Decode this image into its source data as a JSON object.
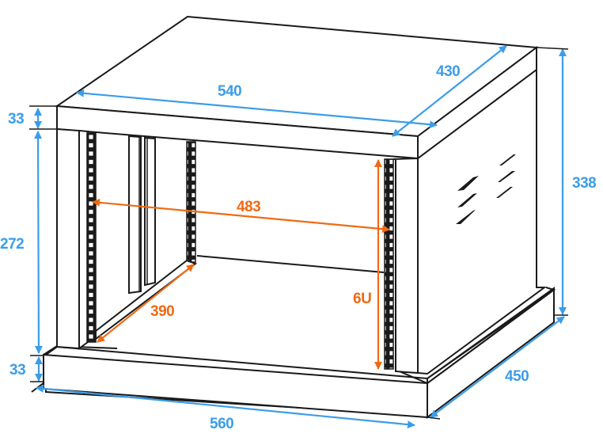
{
  "diagram": {
    "subject": "6U wall-mount rack cabinet, isometric dimension drawing",
    "colors": {
      "outline": "#1a1a1a",
      "outer_dimensions": "#3b9de8",
      "inner_dimensions": "#f06a14"
    },
    "outer_dimensions": {
      "top_width": "540",
      "top_depth": "430",
      "total_height": "338",
      "top_panel_height": "33",
      "body_height": "272",
      "base_height": "33",
      "base_width": "560",
      "base_depth": "450"
    },
    "inner_dimensions": {
      "rail_width": "483",
      "rail_depth": "390",
      "rack_units": "6U"
    }
  }
}
